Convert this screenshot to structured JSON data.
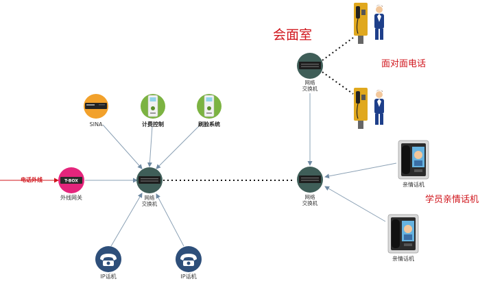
{
  "titles": {
    "meeting_room": "会面室",
    "face_to_face_phone": "面对面电话",
    "student_family_phone": "学员亲情话机",
    "external_line": "电话外线"
  },
  "switches": {
    "line1": "网络",
    "line2": "交换机"
  },
  "devices": {
    "sina": "SINA",
    "billing": "计费控制",
    "face": "刷脸系统",
    "gateway": "外线网关",
    "gateway_badge": "T-BOX",
    "ip_phone": "IP话机",
    "family_phone": "亲情话机"
  },
  "colors": {
    "switch": "#3f5e58",
    "sina": "#f2a12b",
    "billing": "#7cb342",
    "gateway": "#e4257c",
    "ip_phone": "#2e4f7a",
    "arrow": "#6f8aa3",
    "title_red": "#d0141b"
  }
}
